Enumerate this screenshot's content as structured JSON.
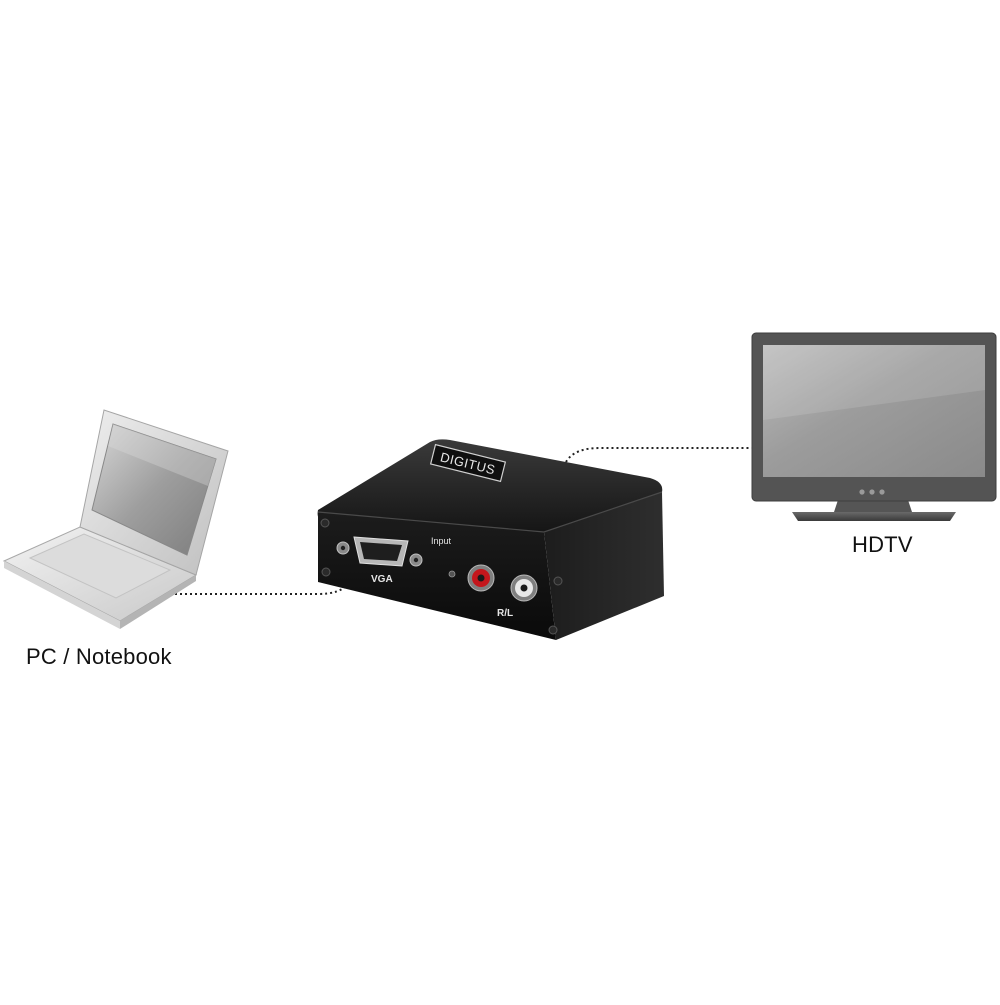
{
  "devices": {
    "laptop": {
      "label": "PC / Notebook"
    },
    "converter": {
      "brand": "DIGITUS",
      "input_label": "Input",
      "vga_label": "VGA",
      "audio_label": "R/L"
    },
    "tv": {
      "label": "HDTV"
    }
  },
  "colors": {
    "background": "#ffffff",
    "converter_body": "#1a1a1a",
    "screen": "#9a9a9a",
    "cable": "#222222",
    "rca_red": "#c4161c",
    "rca_white": "#e8e8e8"
  }
}
